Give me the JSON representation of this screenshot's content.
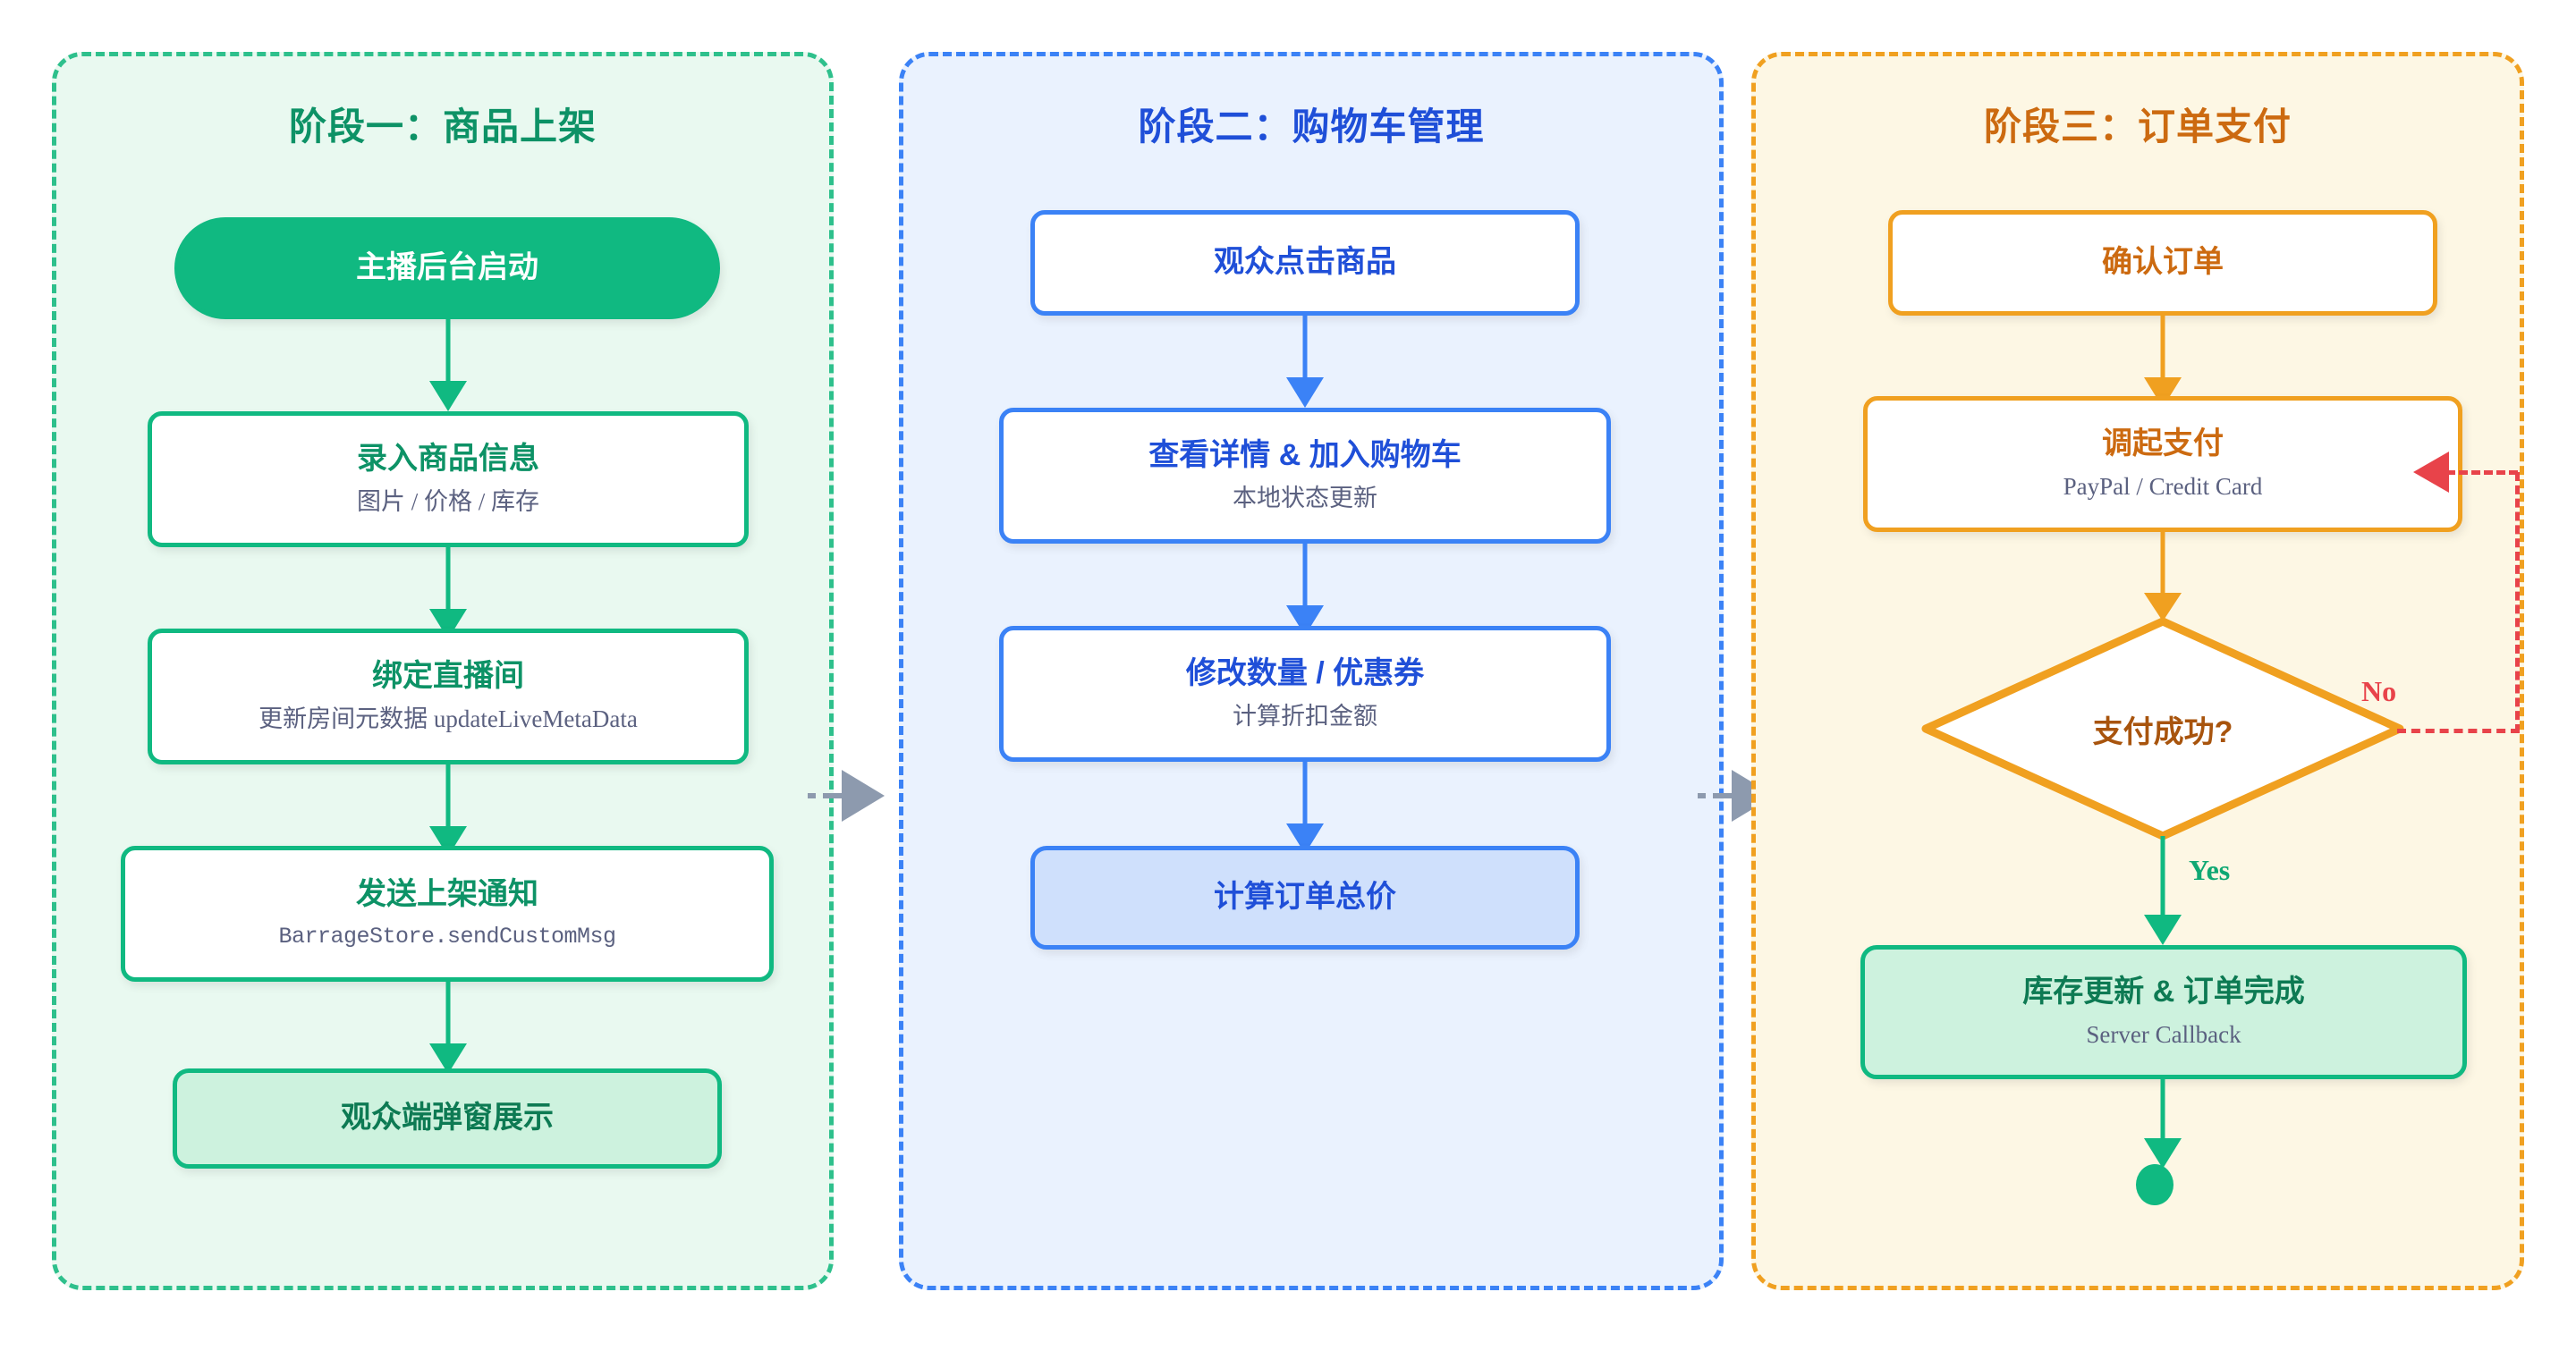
{
  "diagram": {
    "type": "flowchart",
    "orientation": "three-column-horizontal-phases",
    "phases": [
      {
        "id": "phase-1",
        "title": "阶段一：商品上架",
        "accent": "#10b981",
        "title_color": "#0d9266",
        "background": "#e9f9f0",
        "border_color": "#2ec08c",
        "nodes": [
          {
            "id": "n1-start",
            "shape": "pill",
            "title": "主播后台启动",
            "subtitle": "",
            "fill": "#10b981",
            "title_color": "#ffffff"
          },
          {
            "id": "n1-input",
            "shape": "box",
            "title": "录入商品信息",
            "subtitle": "图片 / 价格 / 库存",
            "fill": "#ffffff",
            "title_color": "#0d9266"
          },
          {
            "id": "n1-bind",
            "shape": "box",
            "title": "绑定直播间",
            "subtitle": "更新房间元数据 updateLiveMetaData",
            "fill": "#ffffff",
            "title_color": "#0d9266"
          },
          {
            "id": "n1-notify",
            "shape": "box",
            "title": "发送上架通知",
            "subtitle": "BarrageStore.sendCustomMsg",
            "subtitle_font": "mono",
            "fill": "#ffffff",
            "title_color": "#0d9266"
          },
          {
            "id": "n1-popup",
            "shape": "terminal",
            "title": "观众端弹窗展示",
            "subtitle": "",
            "fill": "#cdf2de",
            "title_color": "#0d7a53"
          }
        ]
      },
      {
        "id": "phase-2",
        "title": "阶段二：购物车管理",
        "accent": "#3b82f6",
        "title_color": "#1f4fd8",
        "background": "#eaf2fe",
        "border_color": "#3b82f6",
        "nodes": [
          {
            "id": "n2-click",
            "shape": "box",
            "title": "观众点击商品",
            "subtitle": "",
            "fill": "#ffffff",
            "title_color": "#1f4fd8"
          },
          {
            "id": "n2-detail",
            "shape": "box",
            "title": "查看详情 & 加入购物车",
            "subtitle": "本地状态更新",
            "fill": "#ffffff",
            "title_color": "#1f4fd8"
          },
          {
            "id": "n2-qty",
            "shape": "box",
            "title": "修改数量 / 优惠券",
            "subtitle": "计算折扣金额",
            "fill": "#ffffff",
            "title_color": "#1f4fd8"
          },
          {
            "id": "n2-total",
            "shape": "terminal",
            "title": "计算订单总价",
            "subtitle": "",
            "fill": "#cfe0fc",
            "title_color": "#1f4fd8"
          }
        ]
      },
      {
        "id": "phase-3",
        "title": "阶段三：订单支付",
        "accent": "#f0a020",
        "title_color": "#cc6a10",
        "background": "#fdf7e4",
        "border_color": "#f0a020",
        "nodes": [
          {
            "id": "n3-confirm",
            "shape": "box",
            "title": "确认订单",
            "subtitle": "",
            "fill": "#ffffff",
            "title_color": "#cc6a10"
          },
          {
            "id": "n3-pay",
            "shape": "box",
            "title": "调起支付",
            "subtitle": "PayPal / Credit Card",
            "fill": "#ffffff",
            "title_color": "#cc6a10"
          },
          {
            "id": "n3-decide",
            "shape": "diamond",
            "title": "支付成功?",
            "subtitle": "",
            "fill": "#ffffff",
            "title_color": "#a8540d"
          },
          {
            "id": "n3-done",
            "shape": "terminal",
            "title": "库存更新 & 订单完成",
            "subtitle": "Server Callback",
            "fill": "#cdf2de",
            "title_color": "#0d7a53"
          },
          {
            "id": "n3-end",
            "shape": "circle",
            "title": "",
            "subtitle": "",
            "fill": "#10b981"
          }
        ]
      }
    ],
    "edge_labels": {
      "yes": "Yes",
      "no": "No"
    },
    "colors": {
      "yes_label": "#0fa873",
      "no_label": "#e8434a",
      "loop_line": "#e8434a",
      "phase_connector": "#8d9aae",
      "subtitle_text": "#5b6180"
    }
  }
}
